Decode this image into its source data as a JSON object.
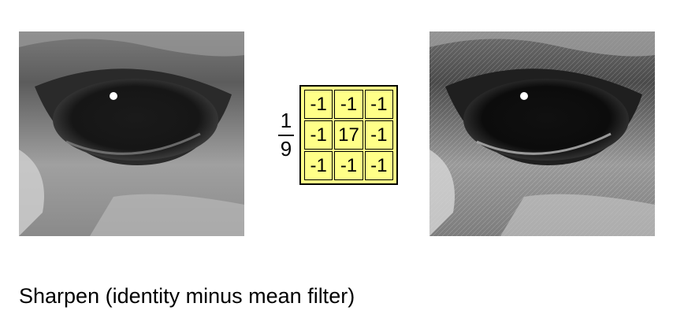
{
  "images": {
    "original": "eye-photo-original",
    "sharpened": "eye-photo-sharpened"
  },
  "fraction": {
    "numerator": "1",
    "denominator": "9"
  },
  "kernel": [
    [
      "-1",
      "-1",
      "-1"
    ],
    [
      "-1",
      "17",
      "-1"
    ],
    [
      "-1",
      "-1",
      "-1"
    ]
  ],
  "colors": {
    "kernel_fill": "#ffff88",
    "text": "#000000"
  },
  "caption": "Sharpen (identity minus mean filter)"
}
